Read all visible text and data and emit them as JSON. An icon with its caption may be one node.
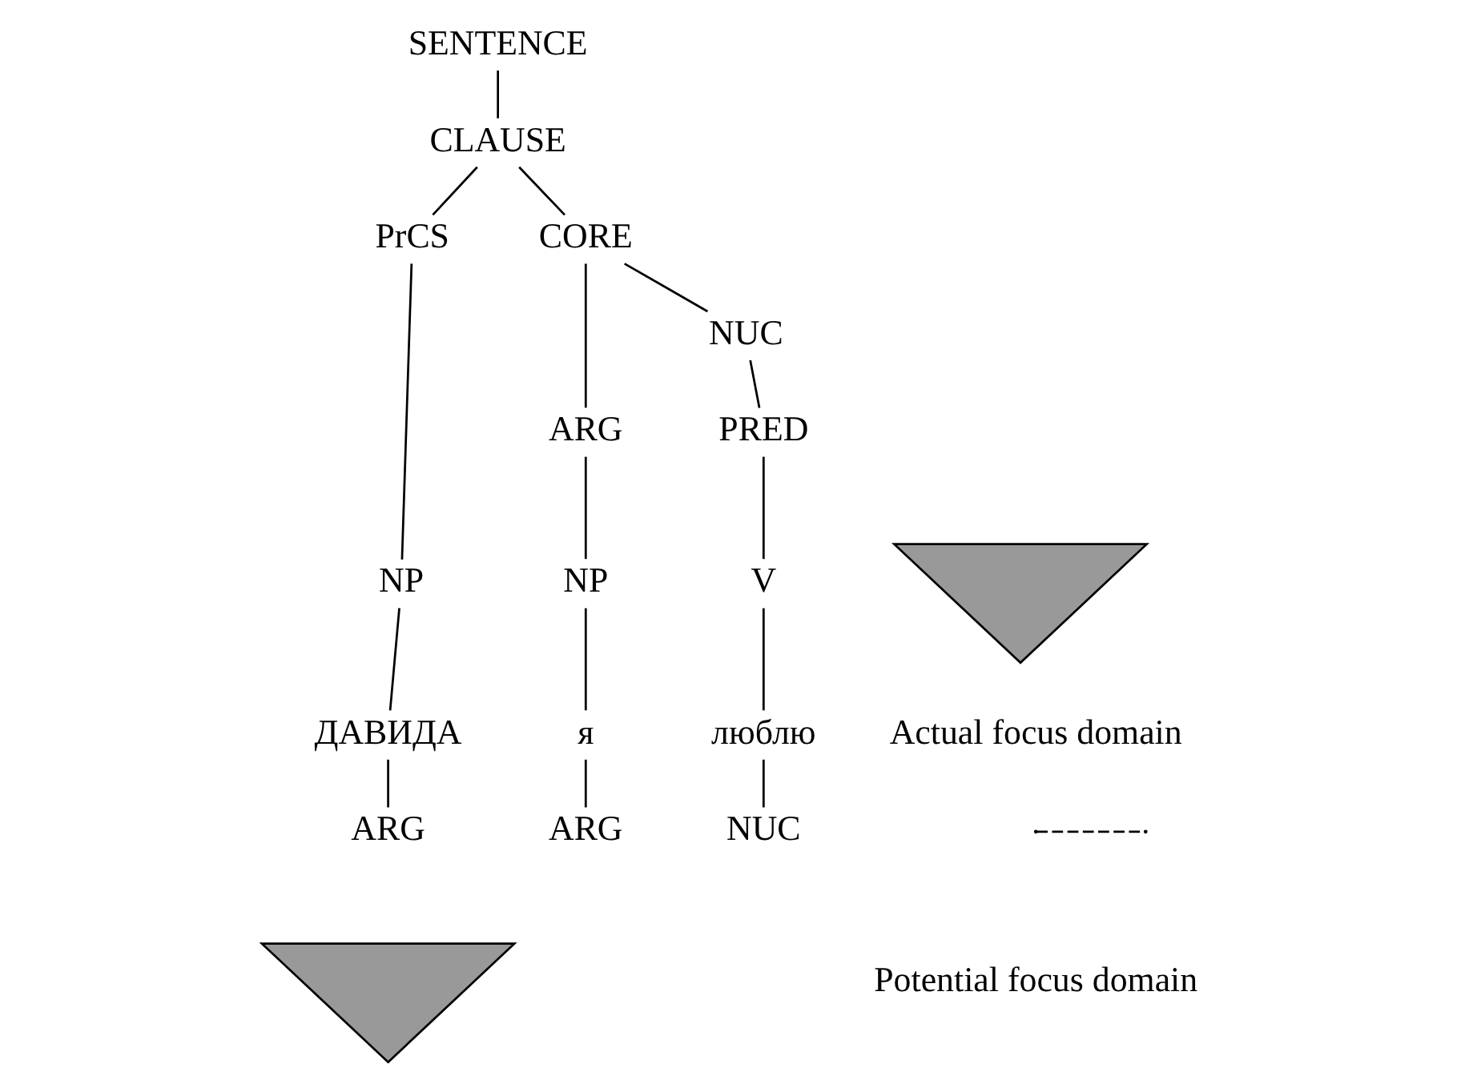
{
  "diagram": {
    "nodes": [
      {
        "text": [
          "SENTENCE"
        ]
      },
      {
        "text": [
          "CLAUSE"
        ]
      },
      {
        "text": [
          "PrCS"
        ]
      },
      {
        "text": [
          "CORE"
        ]
      },
      {
        "text": [
          "ARG"
        ]
      },
      {
        "text": [
          "NUC"
        ]
      },
      {
        "text": [
          "PRED"
        ]
      },
      {
        "text": [
          "NP"
        ]
      },
      {
        "text": [
          "NP"
        ]
      },
      {
        "text": [
          "V"
        ]
      },
      {
        "text": [
          "ДАВИДА"
        ]
      },
      {
        "text": [
          "я"
        ]
      },
      {
        "text": [
          "люблю"
        ]
      },
      {
        "text": [
          "ARG"
        ]
      },
      {
        "text": [
          "ARG"
        ]
      },
      {
        "text": [
          "NUC"
        ]
      },
      {
        "text": [],
        "shape": "triangle"
      },
      {
        "text": [],
        "shape": "triangle"
      }
    ],
    "edges": [
      {
        "from": 0,
        "to": 1,
        "arrow": "none"
      },
      {
        "from": 1,
        "to": 2,
        "arrow": "none"
      },
      {
        "from": 1,
        "to": 3,
        "arrow": "none"
      },
      {
        "from": 3,
        "to": 4,
        "arrow": "none"
      },
      {
        "from": 3,
        "to": 5,
        "arrow": "none"
      },
      {
        "from": 5,
        "to": 6,
        "arrow": "none"
      },
      {
        "from": 2,
        "to": 7,
        "arrow": "none"
      },
      {
        "from": 4,
        "to": 8,
        "arrow": "none"
      },
      {
        "from": 6,
        "to": 9,
        "arrow": "none"
      },
      {
        "from": 7,
        "to": 10,
        "arrow": "none"
      },
      {
        "from": 8,
        "to": 11,
        "arrow": "none"
      },
      {
        "from": 9,
        "to": 12,
        "arrow": "none"
      },
      {
        "from": 10,
        "to": 13,
        "arrow": "none"
      },
      {
        "from": 11,
        "to": 14,
        "arrow": "none"
      },
      {
        "from": 12,
        "to": 15,
        "arrow": "none"
      }
    ],
    "legend": [
      {
        "text": "Actual focus domain"
      },
      {
        "text": "Potential focus domain"
      }
    ]
  }
}
